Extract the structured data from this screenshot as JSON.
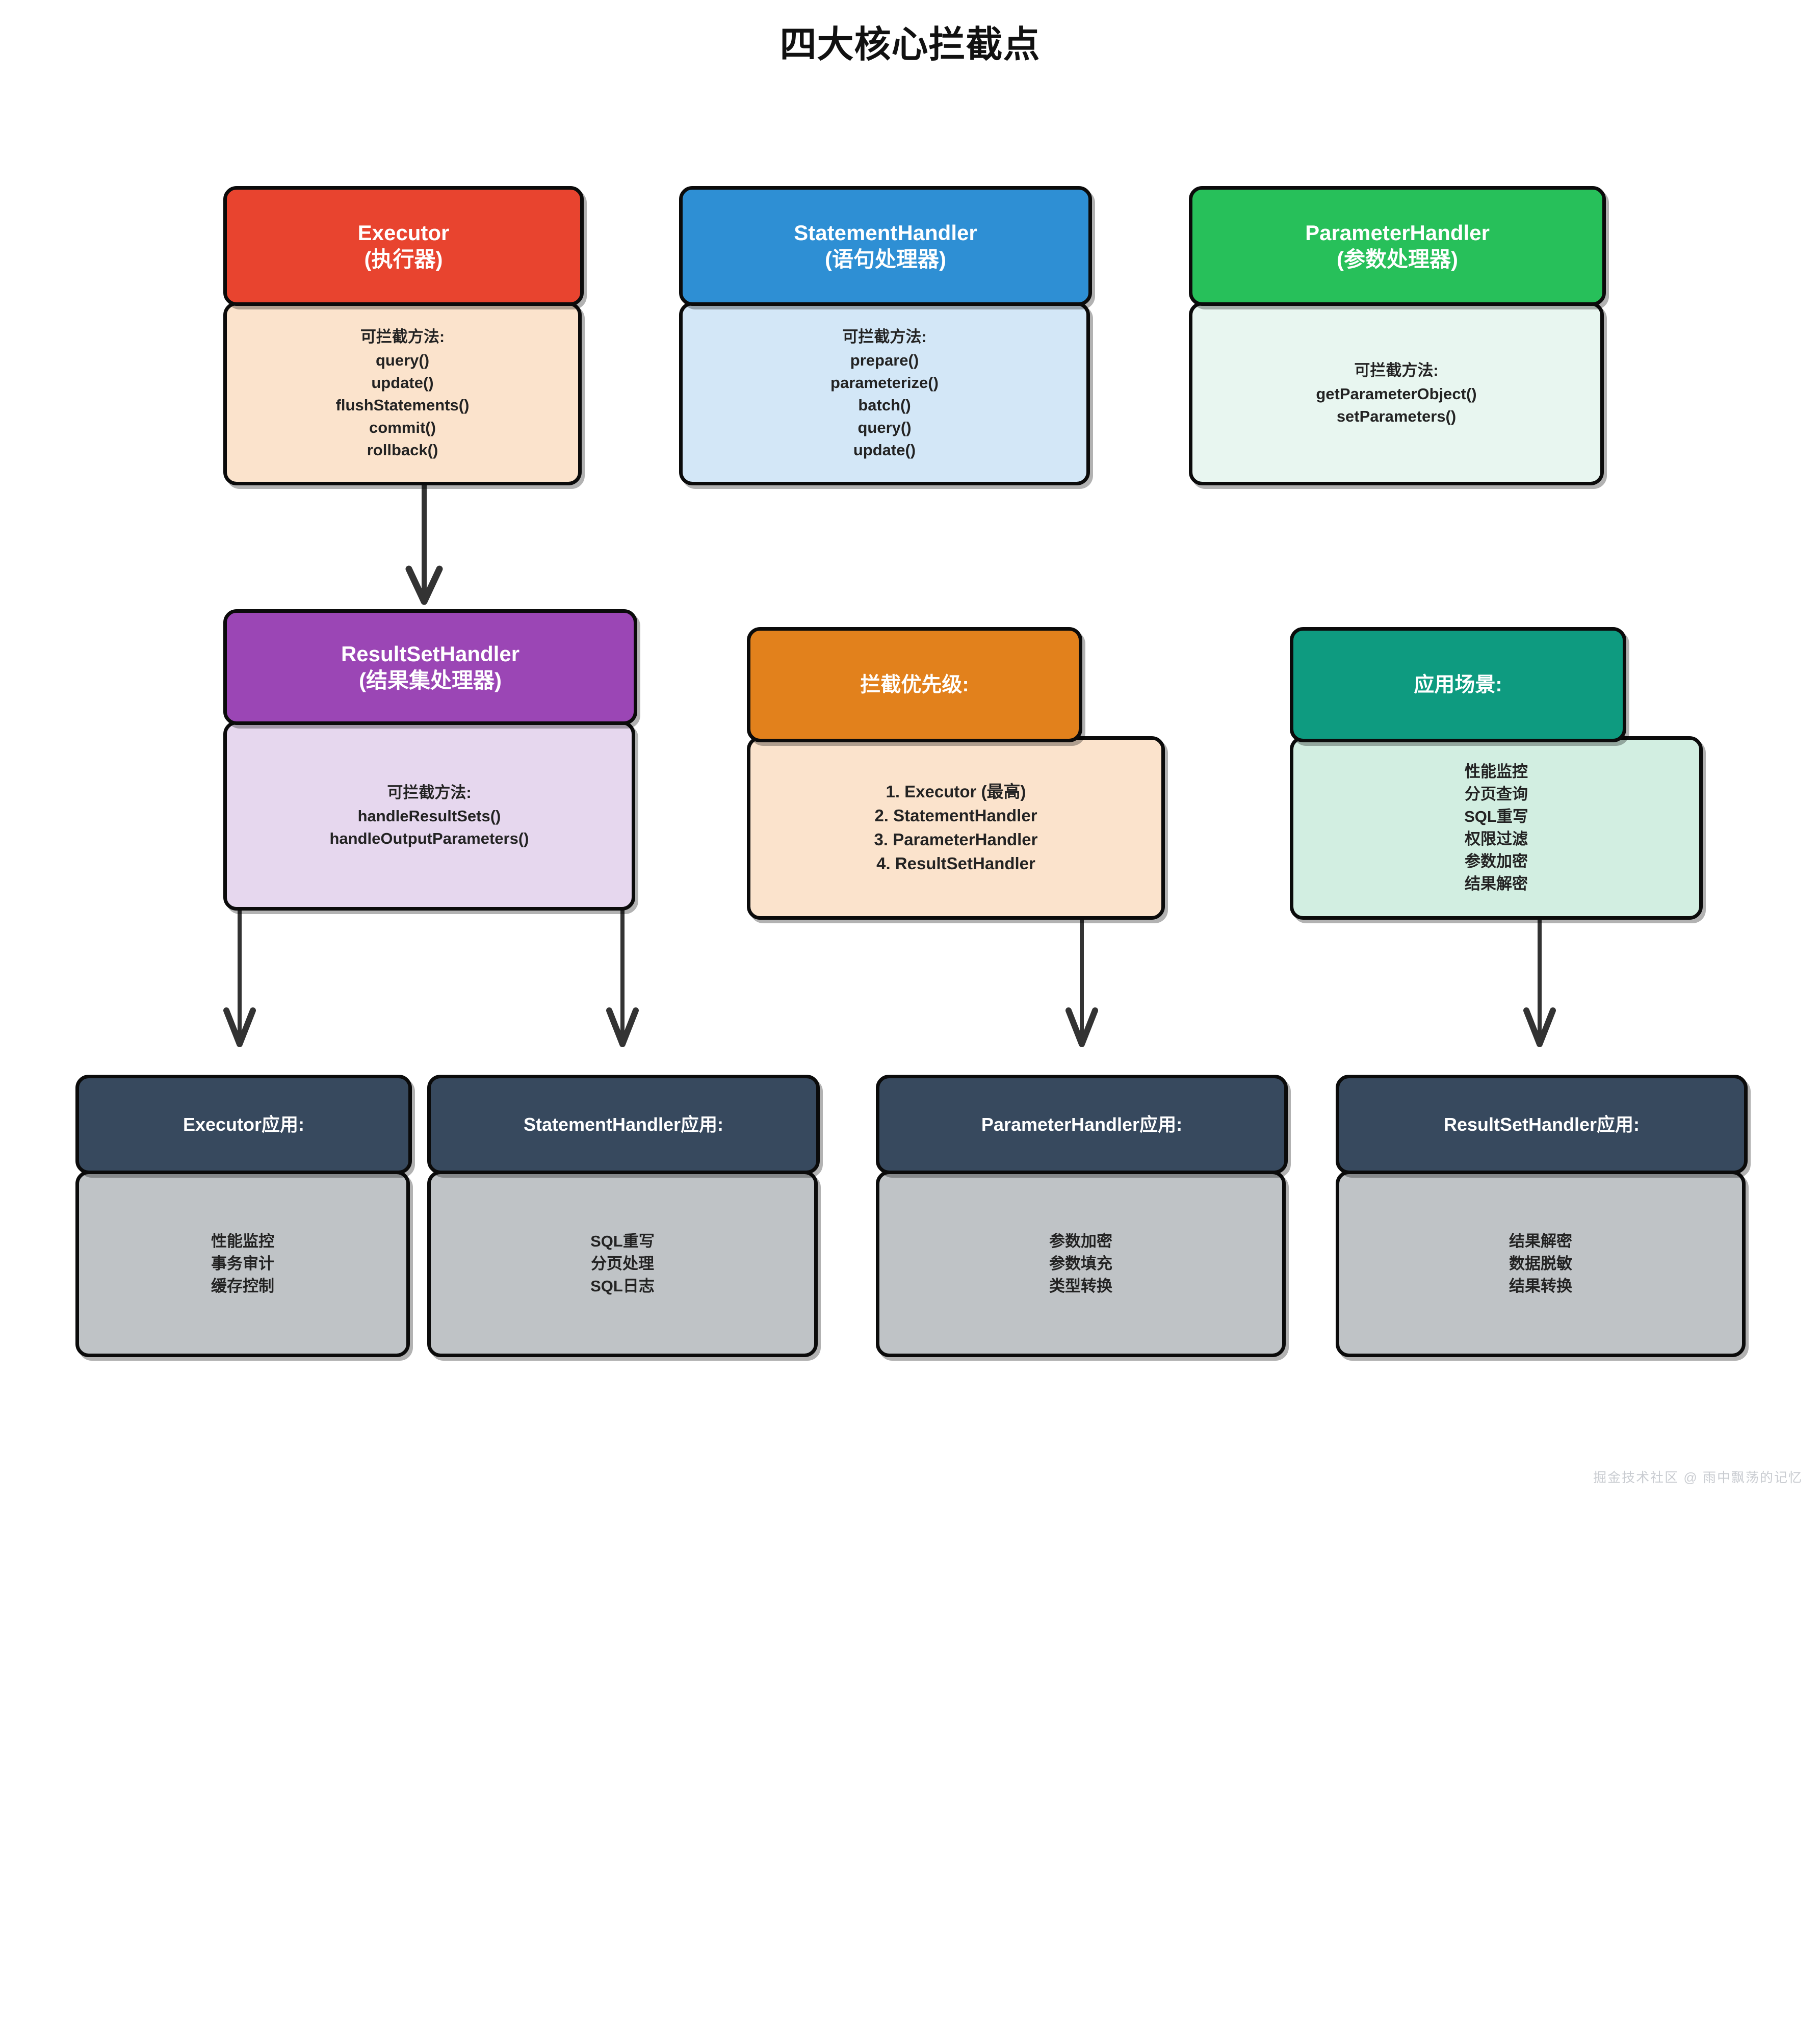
{
  "title": "四大核心拦截点",
  "watermark": "掘金技术社区 @ 雨中飘荡的记忆",
  "labels": {
    "methods_caption": "可拦截方法:"
  },
  "colors": {
    "executor_header": "#E8442F",
    "executor_body": "#FBE3CC",
    "statement_header": "#2E8FD4",
    "statement_body": "#D3E7F7",
    "parameter_header": "#27C05A",
    "parameter_body": "#E8F6F0",
    "resultset_header": "#9B46B5",
    "resultset_body": "#E6D7EE",
    "priority_header": "#E2811C",
    "priority_body": "#FBE3CC",
    "scenario_header": "#0E9B80",
    "scenario_body": "#D2EEE1",
    "usage_header": "#37495E",
    "usage_body": "#BFC3C6",
    "border": "#0B0B0B",
    "arrow": "#333333"
  },
  "nodes": {
    "executor": {
      "title_en": "Executor",
      "title_cn": "(执行器)",
      "caption": "可拦截方法:",
      "methods": "query()\nupdate()\nflushStatements()\ncommit()\nrollback()"
    },
    "statement_handler": {
      "title_en": "StatementHandler",
      "title_cn": "(语句处理器)",
      "caption": "可拦截方法:",
      "methods": "prepare()\nparameterize()\nbatch()\nquery()\nupdate()"
    },
    "parameter_handler": {
      "title_en": "ParameterHandler",
      "title_cn": "(参数处理器)",
      "caption": "可拦截方法:",
      "methods": "getParameterObject()\nsetParameters()"
    },
    "resultset_handler": {
      "title_en": "ResultSetHandler",
      "title_cn": "(结果集处理器)",
      "caption": "可拦截方法:",
      "methods": "handleResultSets()\nhandleOutputParameters()"
    },
    "priority": {
      "title_cn": "拦截优先级:",
      "items": "1. Executor (最高)\n2. StatementHandler\n3. ParameterHandler\n4. ResultSetHandler"
    },
    "scenario": {
      "title_cn": "应用场景:",
      "items": "性能监控\n分页查询\nSQL重写\n权限过滤\n参数加密\n结果解密"
    },
    "executor_usage": {
      "title_cn": "Executor应用:",
      "items": "性能监控\n事务审计\n缓存控制"
    },
    "statement_usage": {
      "title_cn": "StatementHandler应用:",
      "items": "SQL重写\n分页处理\nSQL日志"
    },
    "parameter_usage": {
      "title_cn": "ParameterHandler应用:",
      "items": "参数加密\n参数填充\n类型转换"
    },
    "resultset_usage": {
      "title_cn": "ResultSetHandler应用:",
      "items": "结果解密\n数据脱敏\n结果转换"
    }
  }
}
